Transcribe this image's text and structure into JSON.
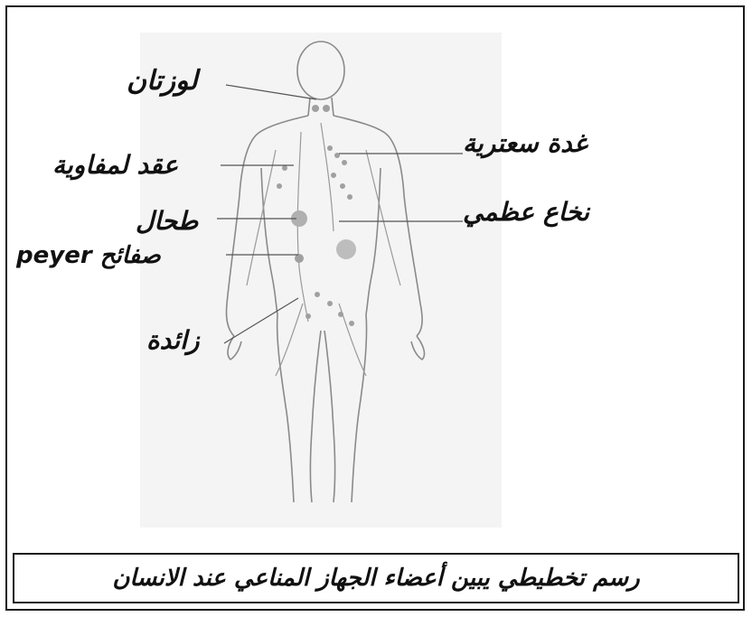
{
  "labels": {
    "tonsils": "لوزتان",
    "lymph_nodes": "عقد لمفاوية",
    "spleen": "طحال",
    "peyer": "صفائح peyer",
    "appendix": "زائدة",
    "thymus": "غدة سعترية",
    "bone_marrow": "نخاع عظمي"
  },
  "caption": "رسم تخطيطي يبين أعضاء الجهاز المناعي عند الانسان"
}
